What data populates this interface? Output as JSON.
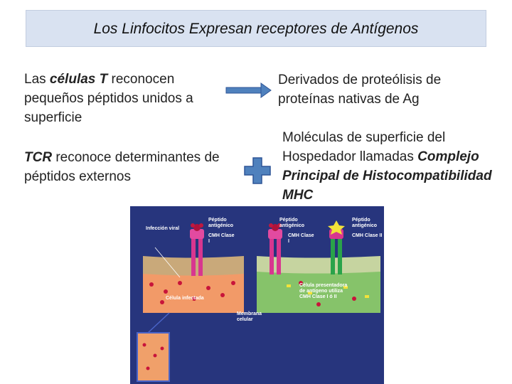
{
  "title": "Los Linfocitos Expresan receptores de Antígenos",
  "left1": {
    "a": "Las ",
    "b": "células T",
    "c": " reconocen pequeños péptidos unidos a superficie"
  },
  "left2": {
    "a": "TCR",
    "b": " reconoce determinantes de péptidos externos"
  },
  "right1": "Derivados de proteólisis de proteínas nativas de Ag",
  "right2": {
    "a": "Moléculas de superficie del Hospedador llamadas ",
    "b": "Complejo Principal de Histocompatibilidad MHC"
  },
  "figure": {
    "labels": {
      "infeccion": "Infección viral",
      "peptido1": "Péptido antigénico",
      "cmh1": "CMH Clase I",
      "celula_infectada": "Célula infectada",
      "membrana": "Membrana celular",
      "peptido2": "Péptido antigénico",
      "cmh2": "CMH Clase I",
      "peptido3": "Péptido antigénico",
      "cmh3": "CMH Clase II",
      "presentadora": "Célula presentadora de antígeno utiliza CMH Clase I ó II"
    }
  },
  "colors": {
    "title_bg": "#d9e2f1",
    "arrow": "#4f81bd",
    "plus": "#4f81bd",
    "figure_bg": "#1e2a6e"
  }
}
